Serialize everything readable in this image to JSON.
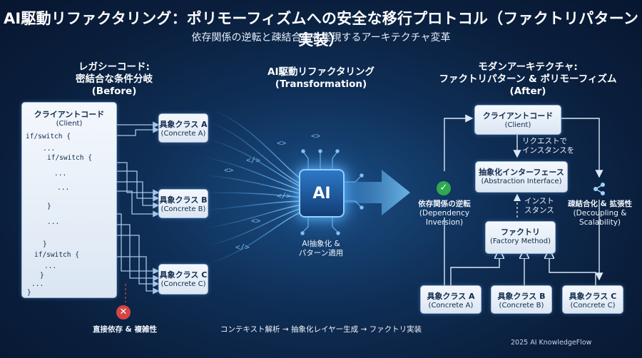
{
  "title": "AI駆動リファクタリング：ポリモーフィズムへの安全な移行プロトコル（ファクトリパターン実装）",
  "subtitle": "依存関係の逆転と疎結合化を実現するアーキテクチャ変革",
  "before": {
    "heading_line1": "レガシーコード:",
    "heading_line2": "密結合な条件分岐",
    "heading_line3": "(Before)",
    "client": {
      "jp": "クライアントコード",
      "en": "(Client)"
    },
    "code_lines": [
      "if/switch {",
      "...",
      "if/switch {",
      "...",
      "...",
      "}",
      "...",
      "}",
      "if/switch {",
      "...",
      "}",
      "...",
      "}"
    ],
    "concretes": [
      {
        "jp": "具象クラス A",
        "en": "(Concrete A)"
      },
      {
        "jp": "具象クラス B",
        "en": "(Concrete B)"
      },
      {
        "jp": "具象クラス C",
        "en": "(Concrete C)"
      }
    ],
    "problem_label": "直接依存 & 複雑性"
  },
  "transform": {
    "heading_line1": "AI駆動リファクタリング",
    "heading_line2": "(Transformation)",
    "chip_label": "AI",
    "chip_caption_line1": "AI抽象化 &",
    "chip_caption_line2": "パターン適用",
    "flow": "コンテキスト解析 → 抽象化レイヤー生成 → ファクトリ実装",
    "glyphs": [
      "<>",
      "</>",
      "<>",
      "</>",
      "<>",
      "</>",
      "<>"
    ]
  },
  "after": {
    "heading_line1": "モダンアーキテクチャ:",
    "heading_line2": "ファクトリパターン & ポリモーフィズム",
    "heading_line3": "(After)",
    "client": {
      "jp": "クライアントコード",
      "en": "(Client)"
    },
    "request_label_line1": "リクエストで",
    "request_label_line2": "インスタンスを",
    "interface": {
      "jp": "抽象化インターフェース",
      "en": "(Abstraction Interface)"
    },
    "instance_label_line1": "インスト",
    "instance_label_line2": "スタンス",
    "factory": {
      "jp": "ファクトリ",
      "en": "(Factory Method)"
    },
    "concretes": [
      {
        "jp": "具象クラス A",
        "en": "(Concrete A)"
      },
      {
        "jp": "具象クラス B",
        "en": "(Concrete B)"
      },
      {
        "jp": "具象クラス C",
        "en": "(Concrete C)"
      }
    ],
    "dip_line1": "依存関係の逆転",
    "dip_line2": "(Dependency",
    "dip_line3": "Inversion)",
    "decoupling_line1": "疎結合化 & 拡張性",
    "decoupling_line2": "(Decoupling &",
    "decoupling_line3": "Scalability)"
  },
  "footer": "2025 AI KnowledgeFlow",
  "colors": {
    "accent": "#5fb8ff",
    "ok": "#2ea94e",
    "error": "#d64545",
    "card": "#e9f0f8"
  }
}
